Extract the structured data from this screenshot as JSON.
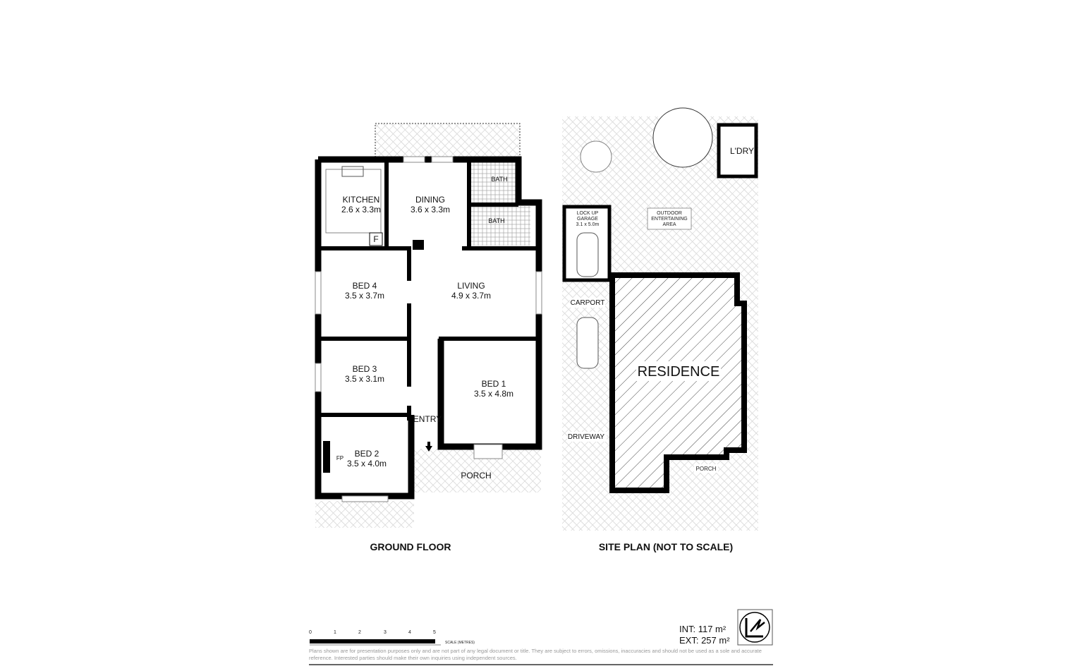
{
  "ground_floor": {
    "title": "GROUND FLOOR",
    "rooms": [
      {
        "name": "KITCHEN",
        "size": "2.6 x 3.3m"
      },
      {
        "name": "DINING",
        "size": "3.6 x 3.3m"
      },
      {
        "name": "BATH"
      },
      {
        "name": "BATH"
      },
      {
        "name": "BED 4",
        "size": "3.5 x 3.7m"
      },
      {
        "name": "LIVING",
        "size": "4.9 x 3.7m"
      },
      {
        "name": "BED 3",
        "size": "3.5 x 3.1m"
      },
      {
        "name": "BED 1",
        "size": "3.5 x 4.8m"
      },
      {
        "name": "ENTRY"
      },
      {
        "name": "BED 2",
        "size": "3.5 x 4.0m"
      },
      {
        "name": "PORCH"
      }
    ],
    "fridge": "F",
    "fireplace": "FP"
  },
  "site_plan": {
    "title": "SITE PLAN (NOT TO SCALE)",
    "residence": "RESIDENCE",
    "laundry": "L'DRY",
    "garage": [
      "LOCK UP",
      "GARAGE",
      "3.1 x 5.0m"
    ],
    "outdoor": [
      "OUTDOOR",
      "ENTERTAINING",
      "AREA"
    ],
    "carport": "CARPORT",
    "driveway": "DRIVEWAY",
    "porch": "PORCH"
  },
  "scale": {
    "ticks": [
      "0",
      "1",
      "2",
      "3",
      "4",
      "5"
    ],
    "label": "SCALE (METRES)"
  },
  "area": {
    "internal": "INT: 117 m²",
    "external": "EXT: 257 m²"
  },
  "disclaimer": "Plans shown are for presentation purposes only and are not part of any legal document or title. They are subject to errors, omissions, inaccuracies and should not be used as a sole and accurate reference. Interested parties should make their own inquiries using independent sources.",
  "icons": {
    "north": "north-arrow-icon",
    "entry": "entry-arrow-icon"
  },
  "colors": {
    "wall": "#000000",
    "hatch": "#bbbbbb",
    "residence_hatch": "#444444"
  }
}
